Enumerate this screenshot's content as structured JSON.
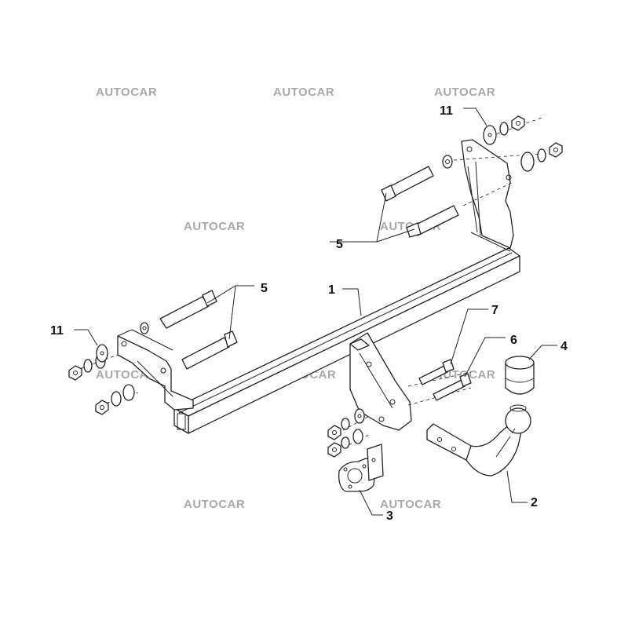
{
  "watermark": "AUTOCAR",
  "callouts": {
    "c1": "1",
    "c2": "2",
    "c3": "3",
    "c4": "4",
    "c5_top": "5",
    "c5_left": "5",
    "c6": "6",
    "c7": "7",
    "c11_left": "11",
    "c11_top": "11"
  }
}
